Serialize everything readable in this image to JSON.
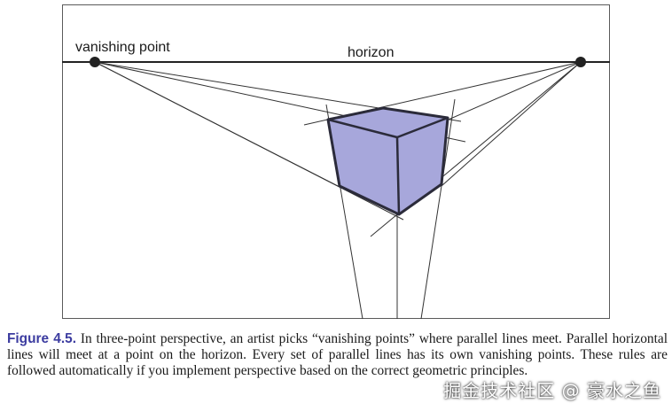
{
  "diagram": {
    "labels": {
      "vanishing_point": "vanishing point",
      "horizon": "horizon"
    },
    "colors": {
      "cube_fill": "#a7a7db",
      "cube_edge": "#2b2b3a",
      "lines": "#333333",
      "caption_label": "#3c3ca0"
    }
  },
  "caption": {
    "label": "Figure 4.5.",
    "text": "In three-point perspective, an artist picks “vanishing points” where parallel lines meet. Parallel horizontal lines will meet at a point on the horizon. Every set of parallel lines has its own vanishing points. These rules are followed automatically if you implement perspective based on the correct geometric principles."
  },
  "watermark": "掘金技术社区 @ 豪水之鱼"
}
